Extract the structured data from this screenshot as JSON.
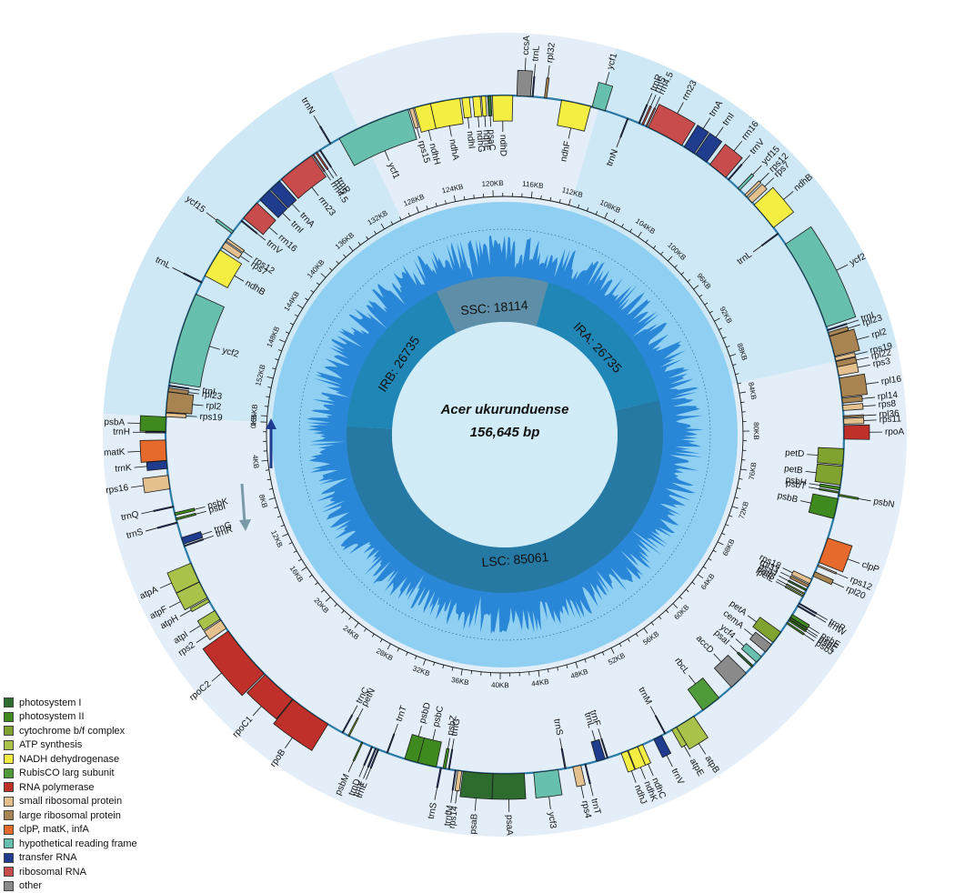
{
  "organism": "Acer ukurunduense",
  "genome_size": "156,645 bp",
  "regions": [
    {
      "label": "LSC: 85061",
      "start": 0,
      "end": 85061,
      "color": "#2679a3"
    },
    {
      "label": "IRA: 26735",
      "start": 85061,
      "end": 111796,
      "color": "#1f86b5"
    },
    {
      "label": "SSC: 18114",
      "start": 111796,
      "end": 129910,
      "color": "#5f8fa8"
    },
    {
      "label": "IRB: 26735",
      "start": 129910,
      "end": 156645,
      "color": "#1f86b5"
    }
  ],
  "tick_labels": [
    "0KB",
    "4KB",
    "8KB",
    "12KB",
    "16KB",
    "20KB",
    "24KB",
    "28KB",
    "32KB",
    "36KB",
    "40KB",
    "44KB",
    "48KB",
    "52KB",
    "56KB",
    "60KB",
    "64KB",
    "68KB",
    "72KB",
    "76KB",
    "80KB",
    "84KB",
    "88KB",
    "92KB",
    "96KB",
    "100KB",
    "104KB",
    "108KB",
    "112KB",
    "116KB",
    "120KB",
    "124KB",
    "128KB",
    "132KB",
    "136KB",
    "140KB",
    "144KB",
    "148KB",
    "152KB",
    "156KB"
  ],
  "legend": [
    {
      "label": "photosystem I",
      "color": "#2e6b2e"
    },
    {
      "label": "photosystem II",
      "color": "#3f8a1e"
    },
    {
      "label": "cytochrome b/f complex",
      "color": "#7fa32e"
    },
    {
      "label": "ATP synthesis",
      "color": "#a9c24a"
    },
    {
      "label": "NADH dehydrogenase",
      "color": "#f4ee43"
    },
    {
      "label": "RubisCO larg subunit",
      "color": "#4f9b3a"
    },
    {
      "label": "RNA polymerase",
      "color": "#c0302a"
    },
    {
      "label": "small ribosomal protein",
      "color": "#e4c08e"
    },
    {
      "label": "large ribosomal protein",
      "color": "#a88453"
    },
    {
      "label": "clpP, matK, infA",
      "color": "#e66a2c"
    },
    {
      "label": "hypothetical reading frame",
      "color": "#67bfae"
    },
    {
      "label": "transfer RNA",
      "color": "#1f3c8f"
    },
    {
      "label": "ribosomal RNA",
      "color": "#c94c4c"
    },
    {
      "label": "other",
      "color": "#8a8a8a"
    }
  ],
  "genes": [
    {
      "name": "psbA",
      "cat": "photosystem II",
      "start": 0,
      "end": 1060,
      "strand": "out"
    },
    {
      "name": "trnH",
      "cat": "transfer RNA",
      "start": 1100,
      "end": 1175,
      "strand": "out"
    },
    {
      "name": "matK",
      "cat": "clpP, matK, infA",
      "start": 1700,
      "end": 3200,
      "strand": "out"
    },
    {
      "name": "trnK",
      "cat": "transfer RNA",
      "start": 3220,
      "end": 3800,
      "strand": "out"
    },
    {
      "name": "rps16",
      "cat": "small ribosomal protein",
      "start": 4300,
      "end": 5300,
      "strand": "out"
    },
    {
      "name": "trnQ",
      "cat": "transfer RNA",
      "start": 6600,
      "end": 6680,
      "strand": "out"
    },
    {
      "name": "psbK",
      "cat": "photosystem II",
      "start": 7100,
      "end": 7300,
      "strand": "in"
    },
    {
      "name": "psbI",
      "cat": "photosystem II",
      "start": 7500,
      "end": 7650,
      "strand": "in"
    },
    {
      "name": "trnS",
      "cat": "transfer RNA",
      "start": 7800,
      "end": 7890,
      "strand": "out"
    },
    {
      "name": "trnG",
      "cat": "transfer RNA",
      "start": 9000,
      "end": 9500,
      "strand": "in"
    },
    {
      "name": "trnR",
      "cat": "transfer RNA",
      "start": 9600,
      "end": 9680,
      "strand": "in"
    },
    {
      "name": "atpA",
      "cat": "ATP synthesis",
      "start": 11000,
      "end": 12500,
      "strand": "out"
    },
    {
      "name": "atpF",
      "cat": "ATP synthesis",
      "start": 12520,
      "end": 13800,
      "strand": "out"
    },
    {
      "name": "atpH",
      "cat": "ATP synthesis",
      "start": 13900,
      "end": 14150,
      "strand": "out"
    },
    {
      "name": "atpI",
      "cat": "ATP synthesis",
      "start": 14900,
      "end": 15650,
      "strand": "out"
    },
    {
      "name": "rps2",
      "cat": "small ribosomal protein",
      "start": 15750,
      "end": 16450,
      "strand": "out"
    },
    {
      "name": "rpoC2",
      "cat": "RNA polymerase",
      "start": 16700,
      "end": 20800,
      "strand": "out"
    },
    {
      "name": "rpoC1",
      "cat": "RNA polymerase",
      "start": 20900,
      "end": 23600,
      "strand": "out"
    },
    {
      "name": "rpoB",
      "cat": "RNA polymerase",
      "start": 23650,
      "end": 26800,
      "strand": "out"
    },
    {
      "name": "trnC",
      "cat": "transfer RNA",
      "start": 28000,
      "end": 28080,
      "strand": "in"
    },
    {
      "name": "petN",
      "cat": "cytochrome b/f complex",
      "start": 28500,
      "end": 28600,
      "strand": "in"
    },
    {
      "name": "psbM",
      "cat": "photosystem II",
      "start": 29600,
      "end": 29700,
      "strand": "out"
    },
    {
      "name": "trnD",
      "cat": "transfer RNA",
      "start": 30400,
      "end": 30480,
      "strand": "out"
    },
    {
      "name": "trnY",
      "cat": "transfer RNA",
      "start": 30700,
      "end": 30790,
      "strand": "out"
    },
    {
      "name": "trnE",
      "cat": "transfer RNA",
      "start": 30900,
      "end": 30980,
      "strand": "out"
    },
    {
      "name": "trnT",
      "cat": "transfer RNA",
      "start": 31600,
      "end": 31680,
      "strand": "in"
    },
    {
      "name": "psbD",
      "cat": "photosystem II",
      "start": 33000,
      "end": 34050,
      "strand": "in"
    },
    {
      "name": "psbC",
      "cat": "photosystem II",
      "start": 34000,
      "end": 35400,
      "strand": "in"
    },
    {
      "name": "trnS",
      "cat": "transfer RNA",
      "start": 35700,
      "end": 35790,
      "strand": "out"
    },
    {
      "name": "psbZ",
      "cat": "photosystem II",
      "start": 35900,
      "end": 36100,
      "strand": "in"
    },
    {
      "name": "trnG",
      "cat": "transfer RNA",
      "start": 36300,
      "end": 36380,
      "strand": "in"
    },
    {
      "name": "trnfM",
      "cat": "transfer RNA",
      "start": 36800,
      "end": 36880,
      "strand": "out"
    },
    {
      "name": "rps14",
      "cat": "small ribosomal protein",
      "start": 37000,
      "end": 37300,
      "strand": "out"
    },
    {
      "name": "psaB",
      "cat": "photosystem I",
      "start": 37400,
      "end": 39600,
      "strand": "out"
    },
    {
      "name": "psaA",
      "cat": "photosystem I",
      "start": 39600,
      "end": 41900,
      "strand": "out"
    },
    {
      "name": "ycf3",
      "cat": "hypothetical reading frame",
      "start": 42600,
      "end": 44400,
      "strand": "out"
    },
    {
      "name": "trnS",
      "cat": "transfer RNA",
      "start": 44900,
      "end": 44990,
      "strand": "in"
    },
    {
      "name": "rps4",
      "cat": "small ribosomal protein",
      "start": 45500,
      "end": 46100,
      "strand": "out"
    },
    {
      "name": "trnT",
      "cat": "transfer RNA",
      "start": 46400,
      "end": 46480,
      "strand": "out"
    },
    {
      "name": "trnL",
      "cat": "transfer RNA",
      "start": 47300,
      "end": 47950,
      "strand": "in"
    },
    {
      "name": "trnF",
      "cat": "transfer RNA",
      "start": 48100,
      "end": 48180,
      "strand": "in"
    },
    {
      "name": "ndhJ",
      "cat": "NADH dehydrogenase",
      "start": 49200,
      "end": 49700,
      "strand": "out"
    },
    {
      "name": "ndhK",
      "cat": "NADH dehydrogenase",
      "start": 49750,
      "end": 50500,
      "strand": "out"
    },
    {
      "name": "ndhC",
      "cat": "NADH dehydrogenase",
      "start": 50500,
      "end": 50900,
      "strand": "out"
    },
    {
      "name": "trnV",
      "cat": "transfer RNA",
      "start": 51800,
      "end": 52450,
      "strand": "out"
    },
    {
      "name": "trnM",
      "cat": "transfer RNA",
      "start": 52700,
      "end": 52780,
      "strand": "in"
    },
    {
      "name": "atpE",
      "cat": "ATP synthesis",
      "start": 53300,
      "end": 53700,
      "strand": "out"
    },
    {
      "name": "atpB",
      "cat": "ATP synthesis",
      "start": 53700,
      "end": 55200,
      "strand": "out"
    },
    {
      "name": "rbcL",
      "cat": "RubisCO larg subunit",
      "start": 56000,
      "end": 57500,
      "strand": "in"
    },
    {
      "name": "accD",
      "cat": "other",
      "start": 58700,
      "end": 60200,
      "strand": "in"
    },
    {
      "name": "psaI",
      "cat": "photosystem I",
      "start": 60800,
      "end": 60950,
      "strand": "in"
    },
    {
      "name": "ycf4",
      "cat": "hypothetical reading frame",
      "start": 61300,
      "end": 61850,
      "strand": "in"
    },
    {
      "name": "cemA",
      "cat": "other",
      "start": 62300,
      "end": 63000,
      "strand": "in"
    },
    {
      "name": "petA",
      "cat": "cytochrome b/f complex",
      "start": 63200,
      "end": 64150,
      "strand": "in"
    },
    {
      "name": "psbJ",
      "cat": "photosystem II",
      "start": 64900,
      "end": 65020,
      "strand": "out"
    },
    {
      "name": "psbL",
      "cat": "photosystem II",
      "start": 65150,
      "end": 65270,
      "strand": "out"
    },
    {
      "name": "psbF",
      "cat": "photosystem II",
      "start": 65300,
      "end": 65420,
      "strand": "out"
    },
    {
      "name": "psbE",
      "cat": "photosystem II",
      "start": 65450,
      "end": 65700,
      "strand": "out"
    },
    {
      "name": "trnW",
      "cat": "transfer RNA",
      "start": 66400,
      "end": 66480,
      "strand": "out"
    },
    {
      "name": "trnP",
      "cat": "transfer RNA",
      "start": 66600,
      "end": 66680,
      "strand": "out"
    },
    {
      "name": "petL",
      "cat": "cytochrome b/f complex",
      "start": 67200,
      "end": 67300,
      "strand": "in"
    },
    {
      "name": "petG",
      "cat": "cytochrome b/f complex",
      "start": 67400,
      "end": 67500,
      "strand": "in"
    },
    {
      "name": "psaJ",
      "cat": "photosystem I",
      "start": 67700,
      "end": 67830,
      "strand": "in"
    },
    {
      "name": "rpl33",
      "cat": "large ribosomal protein",
      "start": 68000,
      "end": 68200,
      "strand": "in"
    },
    {
      "name": "rps18",
      "cat": "small ribosomal protein",
      "start": 68300,
      "end": 68650,
      "strand": "in"
    },
    {
      "name": "rpl20",
      "cat": "large ribosomal protein",
      "start": 68900,
      "end": 69250,
      "strand": "out"
    },
    {
      "name": "rps12",
      "cat": "small ribosomal protein",
      "start": 69700,
      "end": 69800,
      "strand": "out"
    },
    {
      "name": "clpP",
      "cat": "clpP, matK, infA",
      "start": 70000,
      "end": 71900,
      "strand": "out"
    },
    {
      "name": "psbB",
      "cat": "photosystem II",
      "start": 73400,
      "end": 74900,
      "strand": "in"
    },
    {
      "name": "psbN",
      "cat": "photosystem II",
      "start": 75100,
      "end": 75230,
      "strand": "out"
    },
    {
      "name": "psbT",
      "cat": "photosystem II",
      "start": 75300,
      "end": 75420,
      "strand": "in"
    },
    {
      "name": "psbH",
      "cat": "photosystem II",
      "start": 75550,
      "end": 75770,
      "strand": "in"
    },
    {
      "name": "petB",
      "cat": "cytochrome b/f complex",
      "start": 75900,
      "end": 77300,
      "strand": "in"
    },
    {
      "name": "petD",
      "cat": "cytochrome b/f complex",
      "start": 77400,
      "end": 78600,
      "strand": "in"
    },
    {
      "name": "rpoA",
      "cat": "RNA polymerase",
      "start": 79300,
      "end": 80300,
      "strand": "out"
    },
    {
      "name": "rps11",
      "cat": "small ribosomal protein",
      "start": 80400,
      "end": 80820,
      "strand": "out"
    },
    {
      "name": "rpl36",
      "cat": "large ribosomal protein",
      "start": 80900,
      "end": 81015,
      "strand": "out"
    },
    {
      "name": "rps8",
      "cat": "small ribosomal protein",
      "start": 81400,
      "end": 81800,
      "strand": "out"
    },
    {
      "name": "rpl14",
      "cat": "large ribosomal protein",
      "start": 81950,
      "end": 82320,
      "strand": "out"
    },
    {
      "name": "rpl16",
      "cat": "large ribosomal protein",
      "start": 82400,
      "end": 83800,
      "strand": "out"
    },
    {
      "name": "rps3",
      "cat": "small ribosomal protein",
      "start": 84000,
      "end": 84650,
      "strand": "out"
    },
    {
      "name": "rpl22",
      "cat": "large ribosomal protein",
      "start": 84650,
      "end": 85050,
      "strand": "out"
    },
    {
      "name": "rps19",
      "cat": "small ribosomal protein",
      "start": 85100,
      "end": 85380,
      "strand": "out"
    },
    {
      "name": "rpl2",
      "cat": "large ribosomal protein",
      "start": 85450,
      "end": 86950,
      "strand": "out"
    },
    {
      "name": "rpl23",
      "cat": "large ribosomal protein",
      "start": 86980,
      "end": 87260,
      "strand": "out"
    },
    {
      "name": "trnI",
      "cat": "transfer RNA",
      "start": 87400,
      "end": 87480,
      "strand": "out"
    },
    {
      "name": "ycf2",
      "cat": "hypothetical reading frame",
      "start": 87700,
      "end": 94500,
      "strand": "out"
    },
    {
      "name": "trnL",
      "cat": "transfer RNA",
      "start": 95400,
      "end": 95480,
      "strand": "in"
    },
    {
      "name": "ndhB",
      "cat": "NADH dehydrogenase",
      "start": 96000,
      "end": 98200,
      "strand": "out"
    },
    {
      "name": "rps7",
      "cat": "small ribosomal protein",
      "start": 98400,
      "end": 98870,
      "strand": "out"
    },
    {
      "name": "rps12",
      "cat": "small ribosomal protein",
      "start": 99000,
      "end": 99200,
      "strand": "out"
    },
    {
      "name": "ycf15",
      "cat": "hypothetical reading frame",
      "start": 99700,
      "end": 99900,
      "strand": "out"
    },
    {
      "name": "trnV",
      "cat": "transfer RNA",
      "start": 100800,
      "end": 100880,
      "strand": "out"
    },
    {
      "name": "rrn16",
      "cat": "ribosomal RNA",
      "start": 101100,
      "end": 102600,
      "strand": "out"
    },
    {
      "name": "trnI",
      "cat": "transfer RNA",
      "start": 102900,
      "end": 103900,
      "strand": "out"
    },
    {
      "name": "trnA",
      "cat": "transfer RNA",
      "start": 104000,
      "end": 104900,
      "strand": "out"
    },
    {
      "name": "rrn23",
      "cat": "ribosomal RNA",
      "start": 105100,
      "end": 107900,
      "strand": "out"
    },
    {
      "name": "rrn4.5",
      "cat": "ribosomal RNA",
      "start": 108000,
      "end": 108100,
      "strand": "out"
    },
    {
      "name": "rrn5",
      "cat": "ribosomal RNA",
      "start": 108300,
      "end": 108420,
      "strand": "out"
    },
    {
      "name": "trnR",
      "cat": "transfer RNA",
      "start": 108600,
      "end": 108680,
      "strand": "out"
    },
    {
      "name": "trnN",
      "cat": "transfer RNA",
      "start": 109500,
      "end": 109580,
      "strand": "in"
    },
    {
      "name": "ycf1",
      "cat": "hypothetical reading frame",
      "start": 111300,
      "end": 112300,
      "strand": "out"
    },
    {
      "name": "ndhF",
      "cat": "NADH dehydrogenase",
      "start": 112400,
      "end": 114600,
      "strand": "in"
    },
    {
      "name": "rpl32",
      "cat": "large ribosomal protein",
      "start": 115700,
      "end": 115870,
      "strand": "out"
    },
    {
      "name": "trnL",
      "cat": "transfer RNA",
      "start": 116700,
      "end": 116780,
      "strand": "out"
    },
    {
      "name": "ccsA",
      "cat": "other",
      "start": 116900,
      "end": 117900,
      "strand": "out"
    },
    {
      "name": "ndhD",
      "cat": "NADH dehydrogenase",
      "start": 118200,
      "end": 119700,
      "strand": "in"
    },
    {
      "name": "psaC",
      "cat": "photosystem I",
      "start": 119800,
      "end": 120050,
      "strand": "in"
    },
    {
      "name": "ndhE",
      "cat": "NADH dehydrogenase",
      "start": 120200,
      "end": 120500,
      "strand": "in"
    },
    {
      "name": "ndhG",
      "cat": "NADH dehydrogenase",
      "start": 120600,
      "end": 121150,
      "strand": "in"
    },
    {
      "name": "ndhI",
      "cat": "NADH dehydrogenase",
      "start": 121400,
      "end": 121950,
      "strand": "in"
    },
    {
      "name": "ndhA",
      "cat": "NADH dehydrogenase",
      "start": 122100,
      "end": 124300,
      "strand": "in"
    },
    {
      "name": "ndhH",
      "cat": "NADH dehydrogenase",
      "start": 124300,
      "end": 125500,
      "strand": "in"
    },
    {
      "name": "rps15",
      "cat": "small ribosomal protein",
      "start": 125600,
      "end": 125880,
      "strand": "in"
    },
    {
      "name": "ycf1",
      "cat": "hypothetical reading frame",
      "start": 126000,
      "end": 131500,
      "strand": "in"
    },
    {
      "name": "trnN",
      "cat": "transfer RNA",
      "start": 132200,
      "end": 132280,
      "strand": "out"
    },
    {
      "name": "trnR",
      "cat": "transfer RNA",
      "start": 133100,
      "end": 133180,
      "strand": "in"
    },
    {
      "name": "rrn5",
      "cat": "ribosomal RNA",
      "start": 133400,
      "end": 133520,
      "strand": "in"
    },
    {
      "name": "rrn4.5",
      "cat": "ribosomal RNA",
      "start": 133700,
      "end": 133800,
      "strand": "in"
    },
    {
      "name": "rrn23",
      "cat": "ribosomal RNA",
      "start": 133900,
      "end": 136700,
      "strand": "in"
    },
    {
      "name": "trnA",
      "cat": "transfer RNA",
      "start": 136900,
      "end": 137800,
      "strand": "in"
    },
    {
      "name": "trnI",
      "cat": "transfer RNA",
      "start": 137900,
      "end": 138900,
      "strand": "in"
    },
    {
      "name": "rrn16",
      "cat": "ribosomal RNA",
      "start": 139200,
      "end": 140700,
      "strand": "in"
    },
    {
      "name": "trnV",
      "cat": "transfer RNA",
      "start": 140900,
      "end": 140980,
      "strand": "in"
    },
    {
      "name": "ycf15",
      "cat": "hypothetical reading frame",
      "start": 141900,
      "end": 142100,
      "strand": "out"
    },
    {
      "name": "rps12",
      "cat": "small ribosomal protein",
      "start": 142600,
      "end": 142800,
      "strand": "in"
    },
    {
      "name": "rps7",
      "cat": "small ribosomal protein",
      "start": 142900,
      "end": 143370,
      "strand": "in"
    },
    {
      "name": "ndhB",
      "cat": "NADH dehydrogenase",
      "start": 143600,
      "end": 145800,
      "strand": "in"
    },
    {
      "name": "trnL",
      "cat": "transfer RNA",
      "start": 146300,
      "end": 146380,
      "strand": "out"
    },
    {
      "name": "ycf2",
      "cat": "hypothetical reading frame",
      "start": 147300,
      "end": 154100,
      "strand": "in"
    },
    {
      "name": "trnI",
      "cat": "transfer RNA",
      "start": 154300,
      "end": 154380,
      "strand": "in"
    },
    {
      "name": "rpl23",
      "cat": "large ribosomal protein",
      "start": 154500,
      "end": 154780,
      "strand": "in"
    },
    {
      "name": "rpl2",
      "cat": "large ribosomal protein",
      "start": 154800,
      "end": 156300,
      "strand": "in"
    },
    {
      "name": "rps19",
      "cat": "small ribosomal protein",
      "start": 156350,
      "end": 156630,
      "strand": "in"
    }
  ]
}
